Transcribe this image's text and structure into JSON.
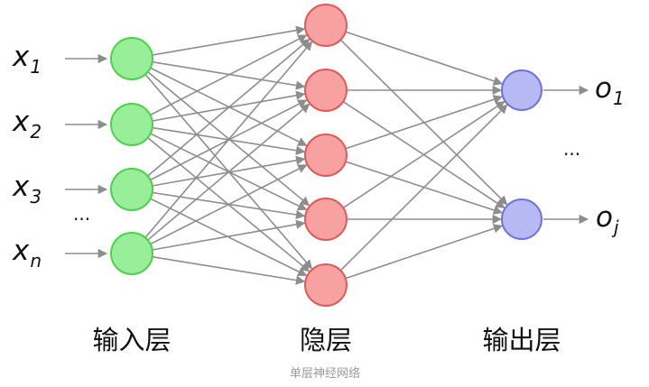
{
  "colors": {
    "input_fill": "#99ee99",
    "input_stroke": "#4fcf4f",
    "hidden_fill": "#f7a1a1",
    "hidden_stroke": "#df5a5a",
    "output_fill": "#b7b9f5",
    "output_stroke": "#6f72dd",
    "edge": "#8d8d8d",
    "text": "#111111",
    "caption": "#9a9a9a"
  },
  "inputs": [
    {
      "base": "x",
      "sub": "1"
    },
    {
      "base": "x",
      "sub": "2"
    },
    {
      "base": "x",
      "sub": "3"
    },
    {
      "base": "x",
      "sub": "n"
    }
  ],
  "input_ellipsis": "...",
  "outputs": [
    {
      "base": "o",
      "sub": "1"
    },
    {
      "base": "o",
      "sub": "j"
    }
  ],
  "output_ellipsis": "...",
  "labels": {
    "input_layer": "输入层",
    "hidden_layer": "隐层",
    "output_layer": "输出层"
  },
  "caption": "单层神经网络"
}
